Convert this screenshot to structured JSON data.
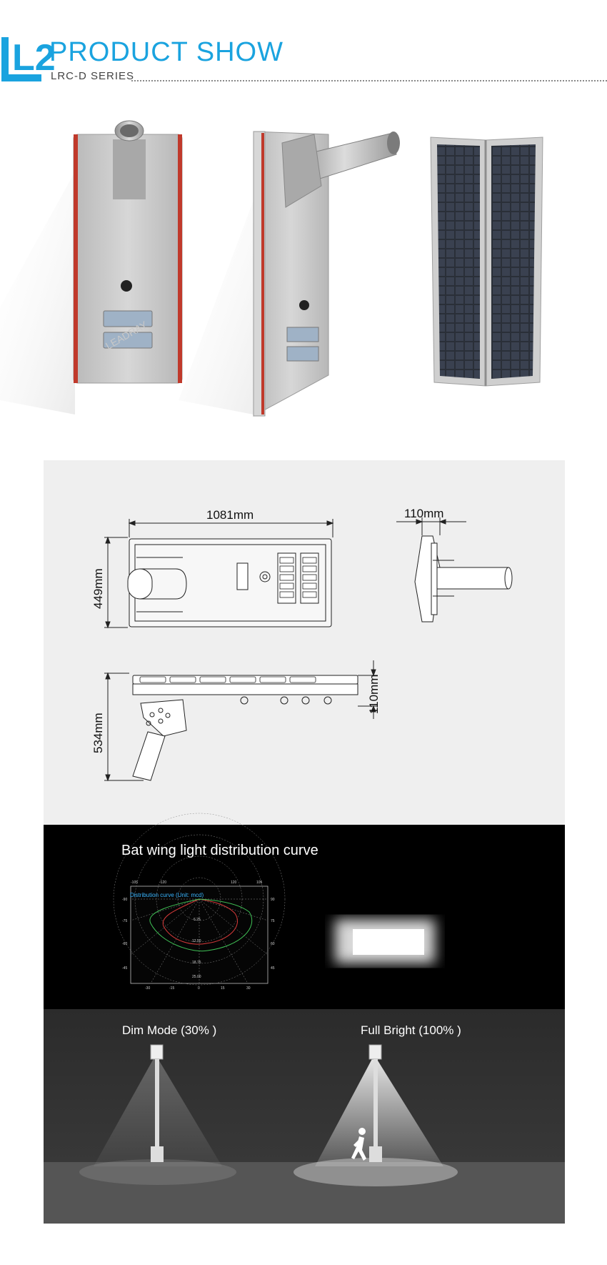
{
  "header": {
    "logo_text": "L2",
    "title": "PRODUCT SHOW",
    "subtitle": "LRC-D SERIES",
    "brand_color": "#1aa3df"
  },
  "photos": {
    "watermark": "LEADRAY",
    "views": [
      "front-view",
      "side-view",
      "solar-panel-view"
    ]
  },
  "dimensions": {
    "length": "1081mm",
    "width": "449mm",
    "depth": "110mm",
    "side_depth": "110mm",
    "height": "534mm"
  },
  "curve": {
    "title": "Bat wing light distribution curve",
    "legend": "Distribution curve (Unit: mcd)",
    "top_ticks": [
      "-105",
      "-120",
      "120",
      "105"
    ],
    "left_ticks": [
      "-90",
      "-75",
      "-60",
      "-45"
    ],
    "right_ticks": [
      "90",
      "75",
      "60",
      "45"
    ],
    "bottom_ticks": [
      "-30",
      "-15",
      "0",
      "15",
      "30"
    ],
    "radial_labels": [
      "6.25",
      "12.50",
      "18.75",
      "25.00"
    ],
    "series_colors": [
      "#d83a3a",
      "#3fbf55"
    ]
  },
  "modes": {
    "dim_label": "Dim Mode (30% )",
    "full_label": "Full Bright (100% )",
    "dim_level": 0.3,
    "full_level": 1.0
  }
}
